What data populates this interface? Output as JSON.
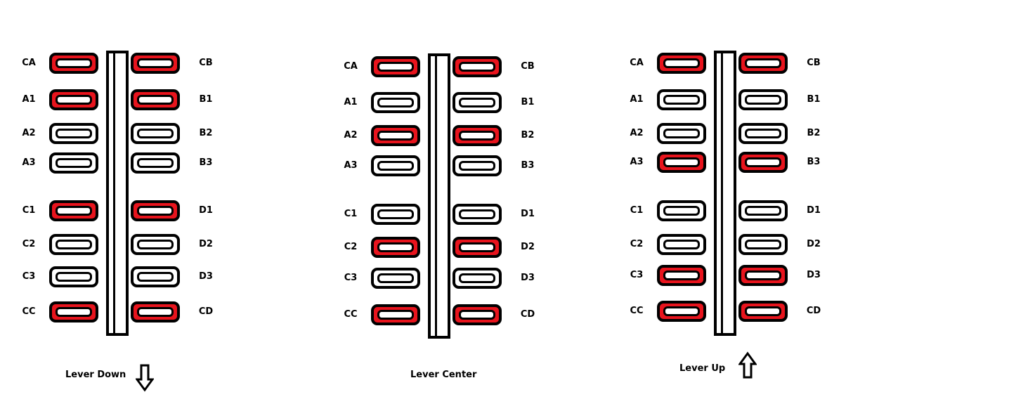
{
  "colors": {
    "energized": "#e8141d",
    "outline": "#000000",
    "background": "#ffffff"
  },
  "panels": [
    {
      "caption": "Lever Down",
      "arrow": "down-arrow-icon",
      "left": [
        {
          "label": "CA",
          "on": true
        },
        {
          "label": "A1",
          "on": true
        },
        {
          "label": "A2",
          "on": false
        },
        {
          "label": "A3",
          "on": false
        },
        {
          "label": "C1",
          "on": true
        },
        {
          "label": "C2",
          "on": false
        },
        {
          "label": "C3",
          "on": false
        },
        {
          "label": "CC",
          "on": true
        }
      ],
      "right": [
        {
          "label": "CB",
          "on": true
        },
        {
          "label": "B1",
          "on": true
        },
        {
          "label": "B2",
          "on": false
        },
        {
          "label": "B3",
          "on": false
        },
        {
          "label": "D1",
          "on": true
        },
        {
          "label": "D2",
          "on": false
        },
        {
          "label": "D3",
          "on": false
        },
        {
          "label": "CD",
          "on": true
        }
      ]
    },
    {
      "caption": "Lever Center",
      "arrow": "",
      "left": [
        {
          "label": "CA",
          "on": true
        },
        {
          "label": "A1",
          "on": false
        },
        {
          "label": "A2",
          "on": true
        },
        {
          "label": "A3",
          "on": false
        },
        {
          "label": "C1",
          "on": false
        },
        {
          "label": "C2",
          "on": true
        },
        {
          "label": "C3",
          "on": false
        },
        {
          "label": "CC",
          "on": true
        }
      ],
      "right": [
        {
          "label": "CB",
          "on": true
        },
        {
          "label": "B1",
          "on": false
        },
        {
          "label": "B2",
          "on": true
        },
        {
          "label": "B3",
          "on": false
        },
        {
          "label": "D1",
          "on": false
        },
        {
          "label": "D2",
          "on": true
        },
        {
          "label": "D3",
          "on": false
        },
        {
          "label": "CD",
          "on": true
        }
      ]
    },
    {
      "caption": "Lever Up",
      "arrow": "up-arrow-icon",
      "left": [
        {
          "label": "CA",
          "on": true
        },
        {
          "label": "A1",
          "on": false
        },
        {
          "label": "A2",
          "on": false
        },
        {
          "label": "A3",
          "on": true
        },
        {
          "label": "C1",
          "on": false
        },
        {
          "label": "C2",
          "on": false
        },
        {
          "label": "C3",
          "on": true
        },
        {
          "label": "CC",
          "on": true
        }
      ],
      "right": [
        {
          "label": "CB",
          "on": true
        },
        {
          "label": "B1",
          "on": false
        },
        {
          "label": "B2",
          "on": false
        },
        {
          "label": "B3",
          "on": true
        },
        {
          "label": "D1",
          "on": false
        },
        {
          "label": "D2",
          "on": false
        },
        {
          "label": "D3",
          "on": true
        },
        {
          "label": "CD",
          "on": true
        }
      ]
    }
  ]
}
